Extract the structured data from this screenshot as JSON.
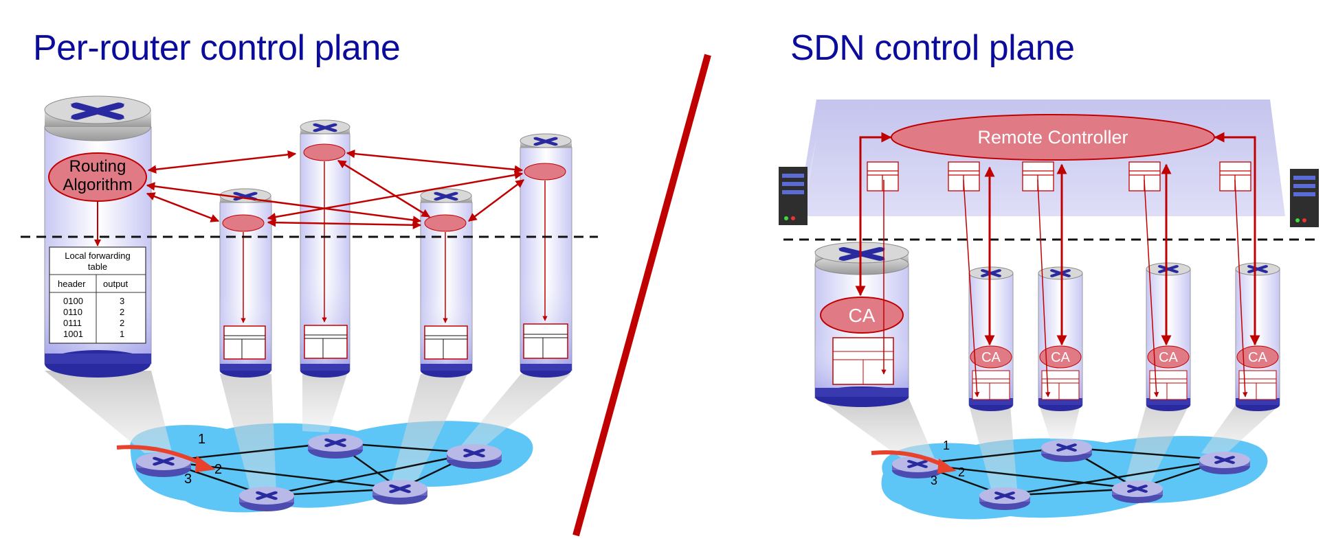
{
  "left_panel": {
    "title": "Per-router control plane",
    "routing_algorithm_label": [
      "Routing",
      "Algorithm"
    ],
    "forwarding_table": {
      "title_line1": "Local forwarding",
      "title_line2": "table",
      "columns": [
        "header",
        "output"
      ],
      "rows": [
        [
          "0100",
          "3"
        ],
        [
          "0110",
          "2"
        ],
        [
          "0111",
          "2"
        ],
        [
          "1001",
          "1"
        ]
      ]
    },
    "port_labels": [
      "1",
      "2",
      "3"
    ]
  },
  "right_panel": {
    "title": "SDN control plane",
    "controller_label": "Remote Controller",
    "control_agent_label": "CA",
    "port_labels": [
      "1",
      "2",
      "3"
    ]
  },
  "colors": {
    "title": "#0b0b9c",
    "arrow": "#c00000",
    "divider": "#c00000",
    "network_cloud": "#5ec6f7",
    "controller_band": "#c8c8f0",
    "agent_fill": "#e07b86"
  }
}
